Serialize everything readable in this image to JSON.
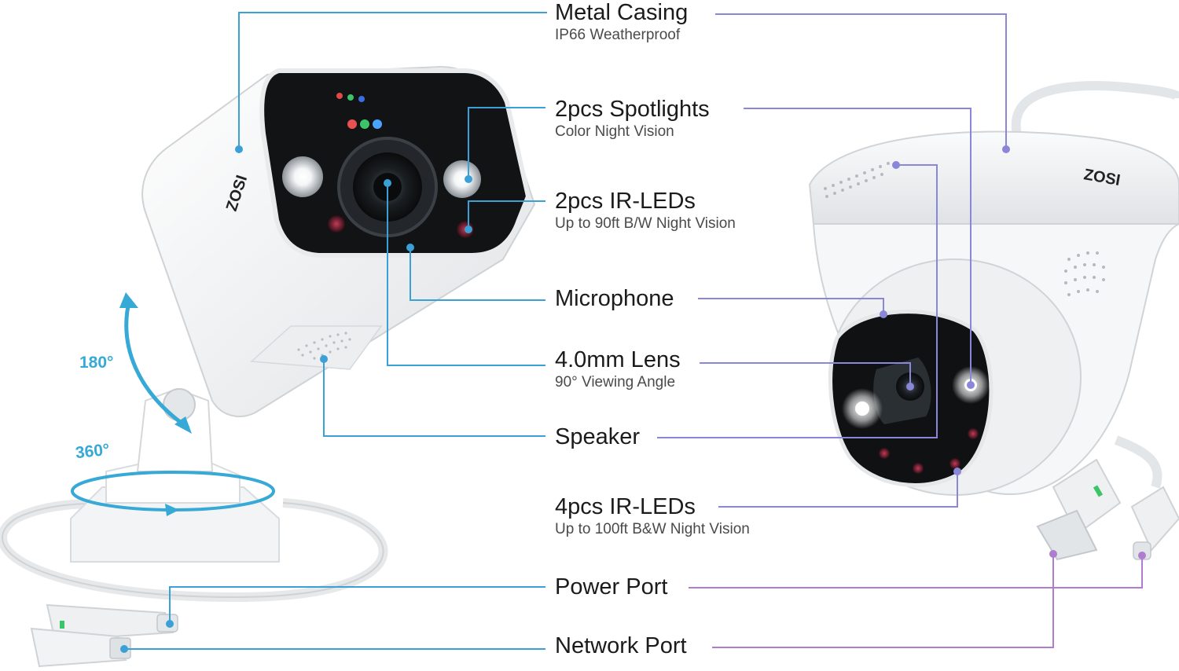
{
  "features": [
    {
      "id": "metal-casing",
      "title": "Metal Casing",
      "subtitle": "IP66 Weatherproof"
    },
    {
      "id": "spotlights",
      "title": "2pcs Spotlights",
      "subtitle": "Color Night Vision"
    },
    {
      "id": "ir-leds-2",
      "title": "2pcs IR-LEDs",
      "subtitle": "Up to 90ft B/W Night Vision"
    },
    {
      "id": "microphone",
      "title": "Microphone",
      "subtitle": ""
    },
    {
      "id": "lens",
      "title": "4.0mm Lens",
      "subtitle": "90° Viewing Angle"
    },
    {
      "id": "speaker",
      "title": "Speaker",
      "subtitle": ""
    },
    {
      "id": "ir-leds-4",
      "title": "4pcs IR-LEDs",
      "subtitle": "Up to 100ft B&W Night Vision"
    },
    {
      "id": "power-port",
      "title": "Power Port",
      "subtitle": ""
    },
    {
      "id": "network-port",
      "title": "Network Port",
      "subtitle": ""
    }
  ],
  "rotation": {
    "tilt": "180°",
    "pan": "360°"
  },
  "brand": {
    "bullet": "ZOSI",
    "dome": "ZOSI"
  },
  "colors": {
    "left_callout": "#3aa0d6",
    "right_callout": "#8a86d8",
    "port_callout": "#b07ccf",
    "rotation_arrow": "#36a9d6"
  }
}
